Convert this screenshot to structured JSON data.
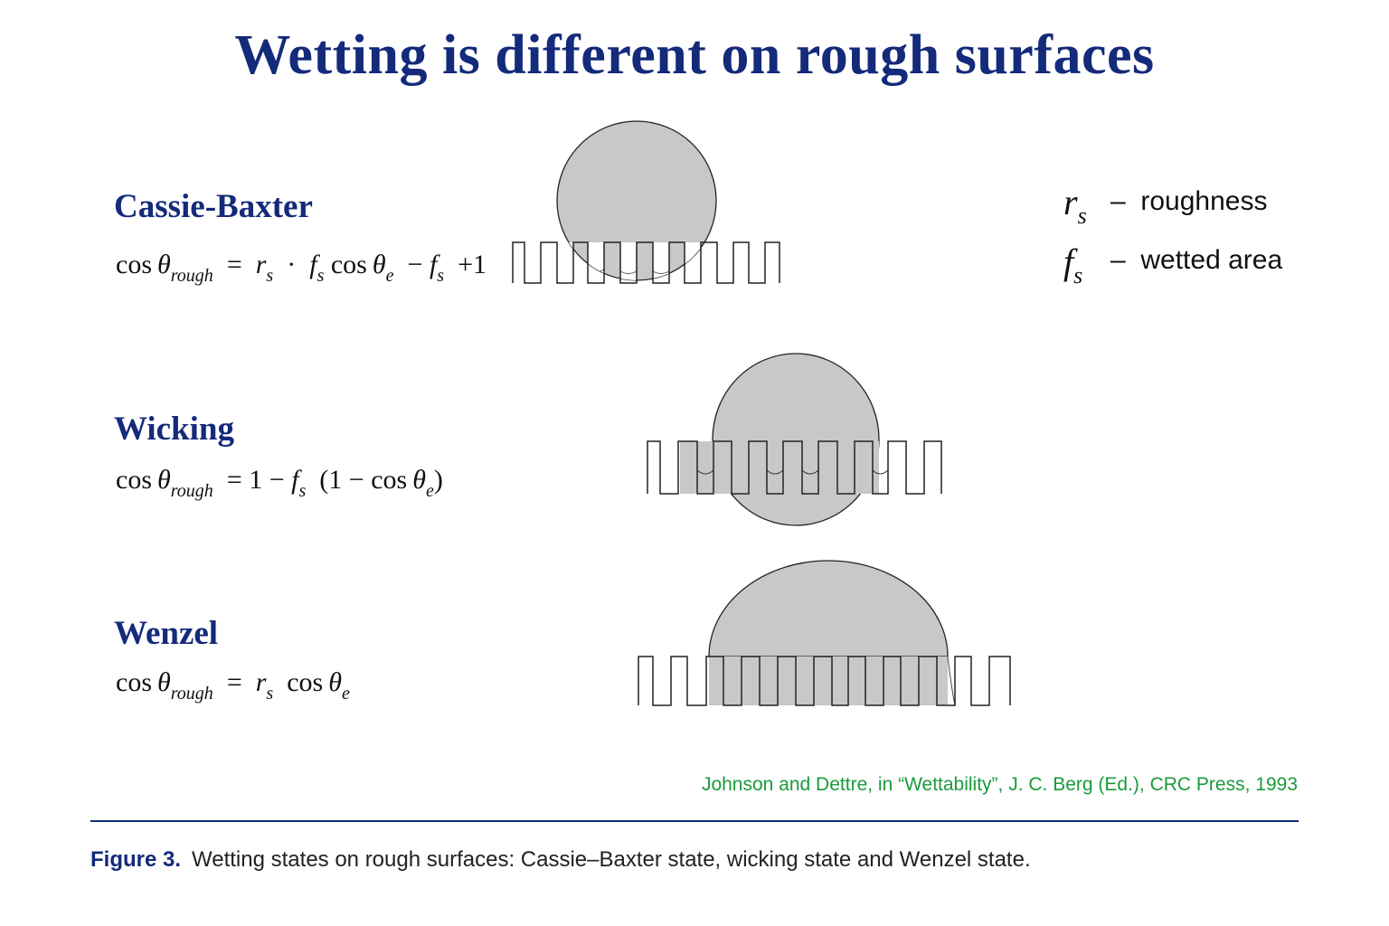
{
  "title": "Wetting is different on rough surfaces",
  "states": [
    {
      "name": "Cassie-Baxter",
      "equation": {
        "cos": "cos",
        "theta": "θ",
        "rough": "rough",
        "eq": "=",
        "r": "r",
        "s": "s",
        "dot": "·",
        "f": "f",
        "e": "e",
        "minus": "−",
        "plus": "+",
        "one": "1"
      }
    },
    {
      "name": "Wicking",
      "equation": {
        "cos": "cos",
        "theta": "θ",
        "rough": "rough",
        "eq": "=",
        "one": "1",
        "minus": "−",
        "f": "f",
        "s": "s",
        "lparen": "(",
        "e": "e",
        "rparen": ")"
      }
    },
    {
      "name": "Wenzel",
      "equation": {
        "cos": "cos",
        "theta": "θ",
        "rough": "rough",
        "eq": "=",
        "r": "r",
        "s": "s",
        "e": "e"
      }
    }
  ],
  "legend": [
    {
      "symbol": "r",
      "sub": "s",
      "dash": "–",
      "text": "roughness"
    },
    {
      "symbol": "f",
      "sub": "s",
      "dash": "–",
      "text": "wetted area"
    }
  ],
  "citation": "Johnson and Dettre, in “Wettability”, J. C. Berg (Ed.), CRC Press, 1993",
  "caption": {
    "label": "Figure 3.",
    "text": "Wetting states on rough surfaces: Cassie–Baxter state, wicking state and Wenzel state."
  },
  "colors": {
    "title": "#142a7a",
    "droplet": "#c8c8c8",
    "citation": "#1a9a3c",
    "rule": "#142a7a"
  }
}
